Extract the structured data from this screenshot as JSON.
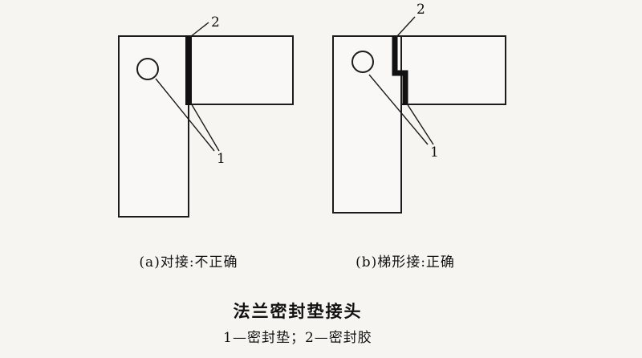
{
  "colors": {
    "background": "#f6f5f2",
    "ink": "#1c1c1c",
    "gasket_fill": "#111111"
  },
  "figure": {
    "title": "法兰密封垫接头",
    "legend": "1—密封垫；2—密封胶",
    "diagram_a": {
      "caption": "(a)对接:不正确",
      "label_1": "1",
      "label_2": "2"
    },
    "diagram_b": {
      "caption": "(b)梯形接:正确",
      "label_1": "1",
      "label_2": "2"
    }
  }
}
